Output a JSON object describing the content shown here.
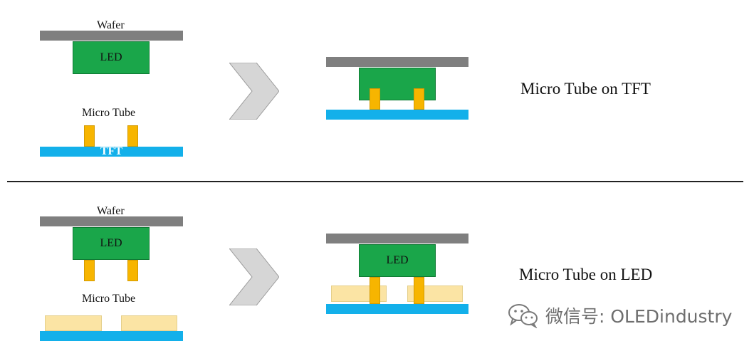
{
  "top": {
    "wafer_label": "Wafer",
    "led_label": "LED",
    "micro_tube_label": "Micro Tube",
    "tft_label": "TFT",
    "caption": "Micro Tube on TFT"
  },
  "bottom": {
    "wafer_label": "Wafer",
    "led_label": "LED",
    "micro_tube_label": "Micro Tube",
    "result_led_label": "LED",
    "caption": "Micro Tube on LED"
  },
  "watermark": {
    "text": "微信号: OLEDindustry",
    "icon": "wechat-icon"
  },
  "colors": {
    "wafer": "#7f7f7f",
    "led": "#1aa64a",
    "micro_tube": "#f7b500",
    "tft": "#13b0ea",
    "pad": "#fbe4a4",
    "arrow": "#d6d6d6"
  }
}
